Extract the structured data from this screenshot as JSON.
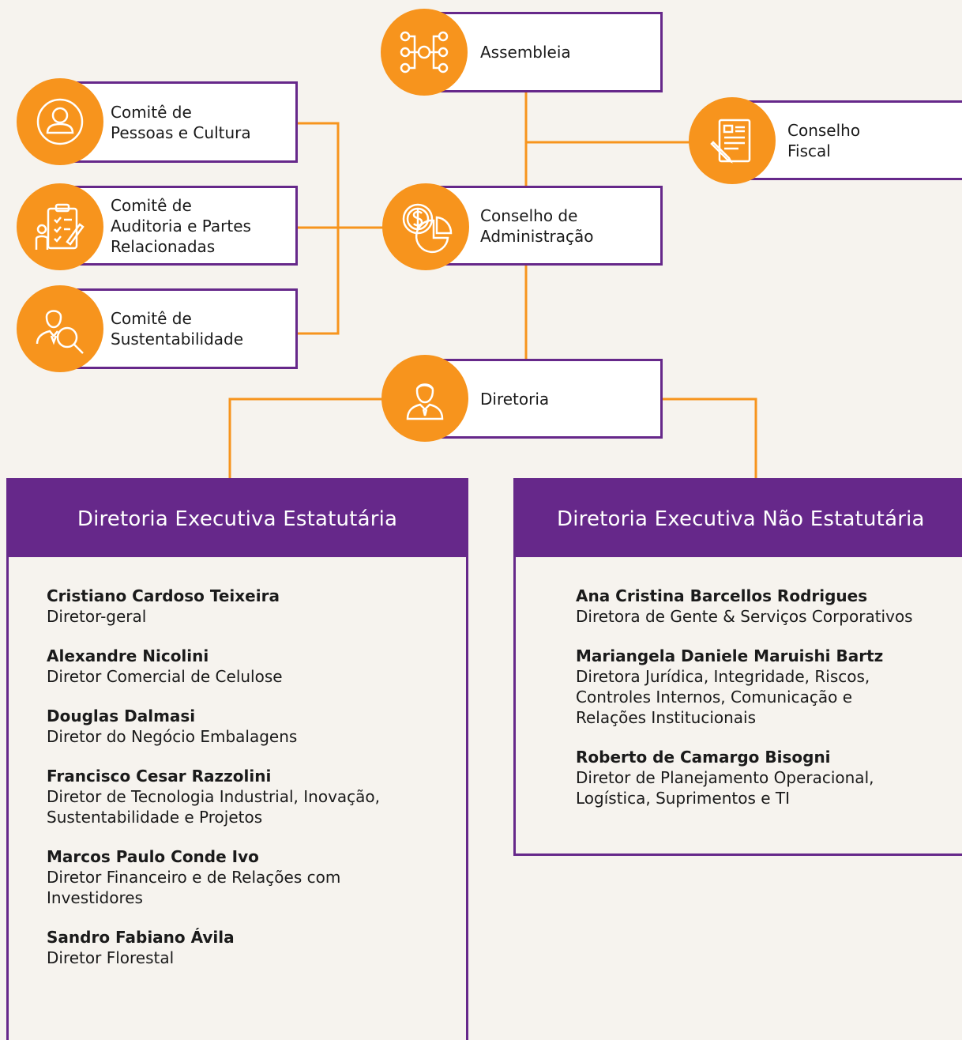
{
  "colors": {
    "accent": "#f7941d",
    "brand": "#66288a",
    "background": "#f6f3ee"
  },
  "nodes": {
    "assembleia": {
      "label": "Assembleia",
      "icon": "flow-network-icon"
    },
    "conselho_fiscal": {
      "label": "Conselho\nFiscal",
      "icon": "document-pen-icon"
    },
    "conselho_administracao": {
      "label": "Conselho de\nAdministração",
      "icon": "dollar-pie-chart-icon"
    },
    "diretoria": {
      "label": "Diretoria",
      "icon": "executive-person-icon"
    },
    "comite_pessoas": {
      "label": "Comitê de\nPessoas e Cultura",
      "icon": "person-icon"
    },
    "comite_auditoria": {
      "label": "Comitê de\nAuditoria e Partes\nRelacionadas",
      "icon": "clipboard-checklist-icon"
    },
    "comite_sustentabilidade": {
      "label": "Comitê de\nSustentabilidade",
      "icon": "person-magnifier-icon"
    }
  },
  "panels": {
    "estatutaria": {
      "title": "Diretoria Executiva Estatutária",
      "members": [
        {
          "name": "Cristiano Cardoso Teixeira",
          "role": "Diretor-geral"
        },
        {
          "name": "Alexandre Nicolini",
          "role": "Diretor Comercial de Celulose"
        },
        {
          "name": "Douglas Dalmasi",
          "role": "Diretor do Negócio Embalagens"
        },
        {
          "name": "Francisco Cesar Razzolini",
          "role": "Diretor de Tecnologia Industrial, Inovação,\nSustentabilidade e Projetos"
        },
        {
          "name": "Marcos Paulo Conde Ivo",
          "role": "Diretor Financeiro e de Relações com\nInvestidores"
        },
        {
          "name": "Sandro Fabiano Ávila",
          "role": "Diretor Florestal"
        }
      ]
    },
    "nao_estatutaria": {
      "title": "Diretoria Executiva Não Estatutária",
      "members": [
        {
          "name": "Ana Cristina Barcellos Rodrigues",
          "role": "Diretora de Gente & Serviços Corporativos"
        },
        {
          "name": "Mariangela Daniele Maruishi Bartz",
          "role": "Diretora Jurídica, Integridade, Riscos,\nControles Internos, Comunicação e\nRelações Institucionais"
        },
        {
          "name": "Roberto de Camargo Bisogni",
          "role": "Diretor de Planejamento Operacional,\nLogística, Suprimentos e TI"
        }
      ]
    }
  }
}
